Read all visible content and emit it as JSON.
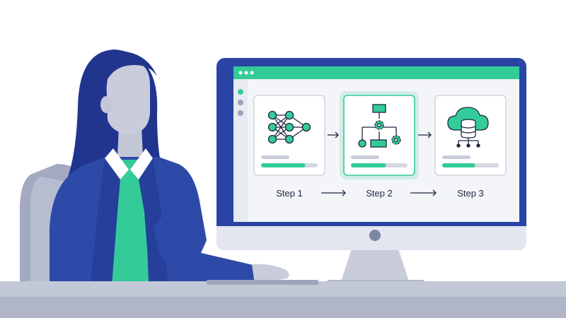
{
  "steps": [
    {
      "label": "Step 1",
      "icon": "neural-network-icon",
      "progress": 0.78,
      "active": false
    },
    {
      "label": "Step 2",
      "icon": "flowchart-gears-icon",
      "progress": 0.62,
      "active": true
    },
    {
      "label": "Step 3",
      "icon": "cloud-database-icon",
      "progress": 0.58,
      "active": false
    }
  ],
  "colors": {
    "accent": "#33cc99",
    "navy": "#21358f",
    "suit": "#2e4aa8",
    "skin": "#c9cddb",
    "monitor_frame": "#2a44a6",
    "screen_bg": "#f4f5f9",
    "desk": "#c3c8d6",
    "ink": "#1e2540"
  }
}
